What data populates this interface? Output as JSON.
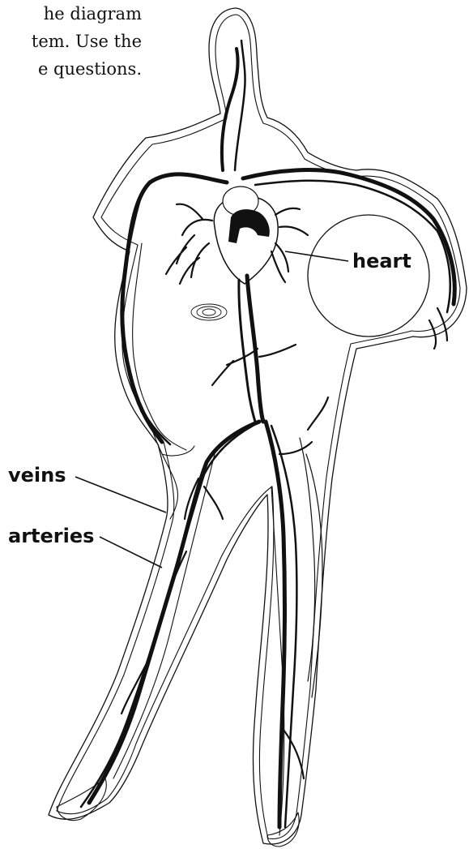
{
  "intro_text": {
    "line1": "he diagram",
    "line2": "tem. Use the",
    "line3": "e questions."
  },
  "labels": {
    "heart": "heart",
    "veins": "veins",
    "arteries": "arteries"
  }
}
